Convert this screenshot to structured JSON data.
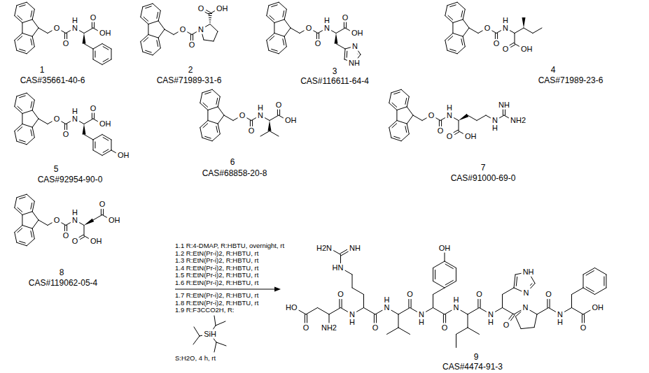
{
  "diagram": {
    "labels": [
      "O",
      "O",
      "N",
      "H",
      "O",
      "OH",
      "1",
      "CAS#35661-40-6",
      "O",
      "O",
      "N",
      "O",
      "OH",
      "2",
      "CAS#71989-31-6",
      "O",
      "O",
      "N",
      "H",
      "O",
      "OH",
      "NH",
      "N",
      "3",
      "CAS#116611-64-4",
      "O",
      "O",
      "N",
      "H",
      "O",
      "OH",
      "4",
      "CAS#71989-23-6",
      "O",
      "O",
      "N",
      "H",
      "O",
      "OH",
      "OH",
      "5",
      "CAS#92954-90-0",
      "O",
      "O",
      "N",
      "H",
      "O",
      "OH",
      "6",
      "CAS#68858-20-8",
      "O",
      "O",
      "N",
      "H",
      "O",
      "OH",
      "N",
      "H",
      "NH",
      "NH2",
      "7",
      "CAS#91000-69-0",
      "O",
      "O",
      "N",
      "H",
      "O",
      "OH",
      "O",
      "OH",
      "8",
      "CAS#119062-05-4",
      "1.1 R:4-DMAP, R:HBTU, overnight, rt",
      "1.2 R:EtN(Pr-i)2, R:HBTU, rt",
      "1.3 R:EtN(Pr-i)2, R:HBTU, rt",
      "1.4 R:EtN(Pr-i)2, R:HBTU, rt",
      "1.5 R:EtN(Pr-i)2, R:HBTU, rt",
      "1.6 R:EtN(Pr-i)2, R:HBTU, rt",
      "1.7 R:EtN(Pr-i)2, R:HBTU, rt",
      "1.8 R:EtN(Pr-i)2, R:HBTU, rt",
      "1.9 R:F3CCO2H, R:",
      "SiH",
      "S:H2O, 4 h, rt",
      "NH2",
      "O",
      "HO",
      "O",
      "N",
      "H",
      "HN",
      "NH",
      "H2N",
      "O",
      "N",
      "H",
      "O",
      "N",
      "H",
      "OH",
      "O",
      "N",
      "H",
      "O",
      "N",
      "H",
      "NH",
      "N",
      "O",
      "N",
      "O",
      "N",
      "H",
      "O",
      "OH",
      "9",
      "CAS#4474-91-3"
    ]
  }
}
